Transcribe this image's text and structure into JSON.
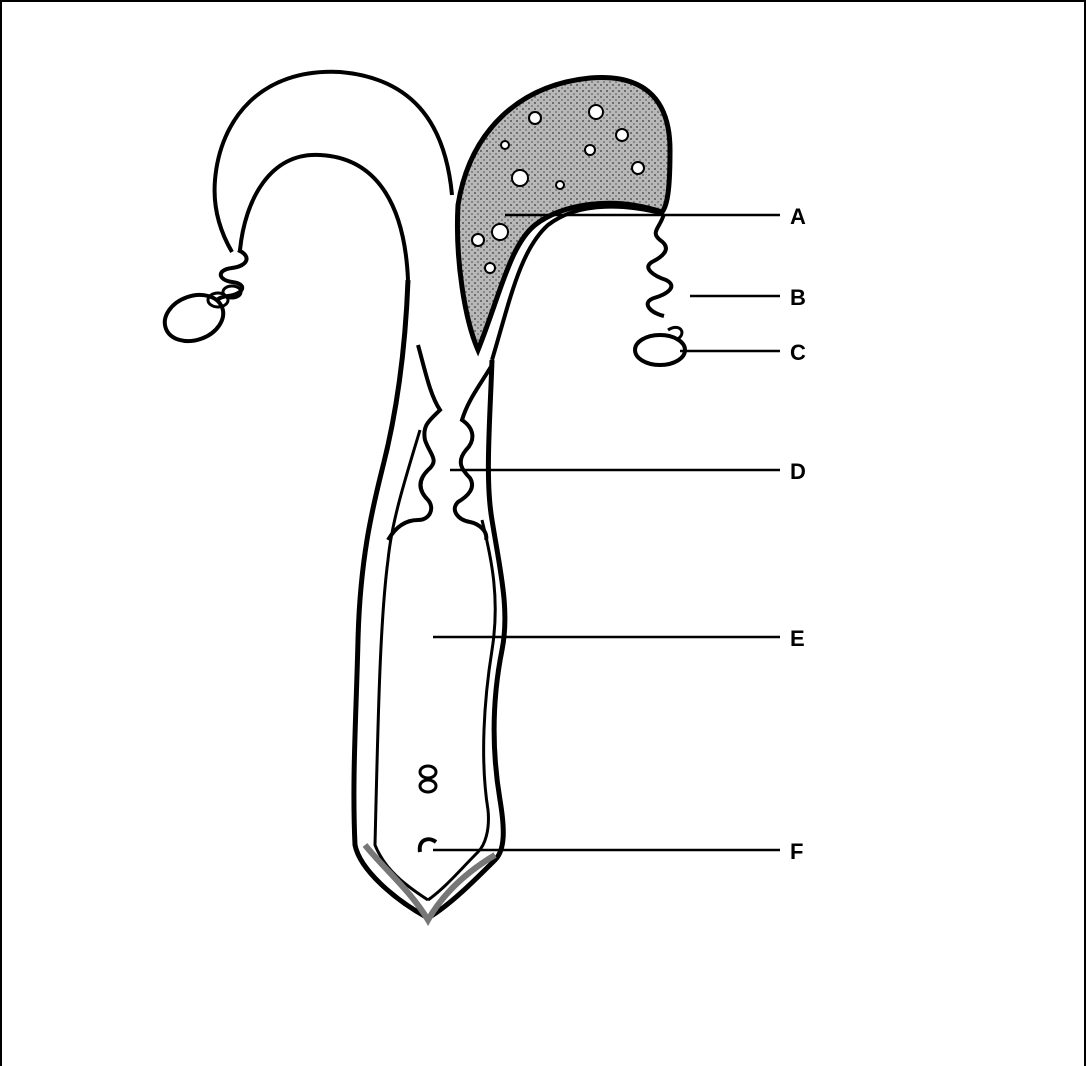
{
  "diagram": {
    "labels": {
      "A": "A",
      "B": "B",
      "C": "C",
      "D": "D",
      "E": "E",
      "F": "F"
    }
  },
  "colors": {
    "stroke": "#000000",
    "shade": "#9a9a9a",
    "background": "#ffffff"
  }
}
